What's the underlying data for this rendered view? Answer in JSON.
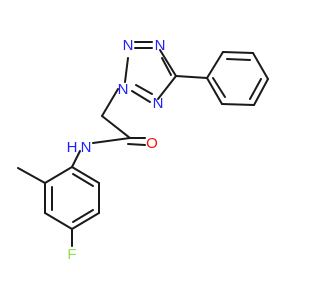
{
  "molecule": {
    "atoms": {
      "N": "N",
      "NH": "N",
      "H": "H",
      "O": "O",
      "F": "F"
    },
    "colors": {
      "bond": "#1a1a1a",
      "nitrogen": "#2020ff",
      "oxygen": "#ff0d0d",
      "fluorine": "#90e050"
    }
  }
}
